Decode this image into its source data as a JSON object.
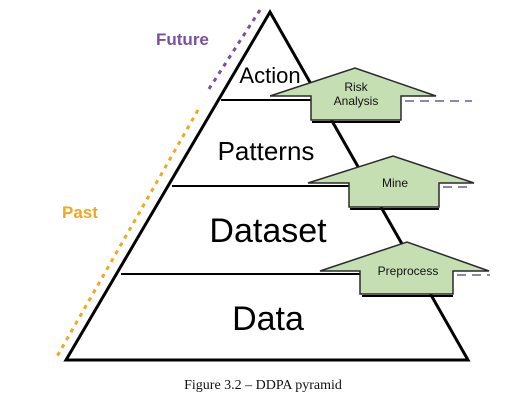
{
  "timeline": {
    "future_label": "Future",
    "past_label": "Past",
    "future_color": "#7b4fa3",
    "past_color": "#f0a81c"
  },
  "pyramid": {
    "levels": [
      {
        "label": "Action"
      },
      {
        "label": "Patterns"
      },
      {
        "label": "Dataset"
      },
      {
        "label": "Data"
      }
    ]
  },
  "arrows": [
    {
      "label_lines": [
        "Risk",
        "Analysis"
      ]
    },
    {
      "label_lines": [
        "Mine"
      ]
    },
    {
      "label_lines": [
        "Preprocess"
      ]
    }
  ],
  "colors": {
    "arrow_fill": "#c5dfb2",
    "arrow_stroke": "#2a2a2a",
    "dash_color": "#8a8aa8"
  },
  "caption": "Figure 3.2 – DDPA pyramid"
}
